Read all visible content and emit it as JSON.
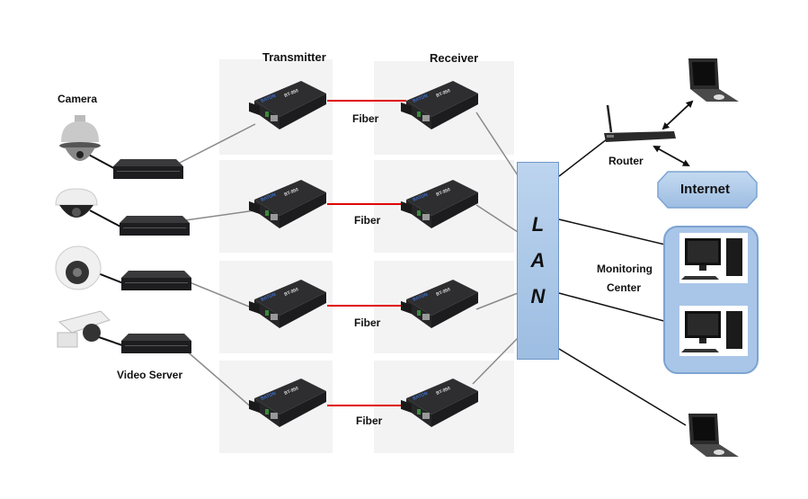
{
  "title_labels": {
    "transmitter": "Transmitter",
    "receiver": "Receiver",
    "camera": "Camera",
    "video_server": "Video Server",
    "router": "Router",
    "internet": "Internet",
    "monitoring_center_line1": "Monitoring",
    "monitoring_center_line2": "Center"
  },
  "lan": {
    "letters": [
      "L",
      "A",
      "N"
    ]
  },
  "links": [
    {
      "label": "Fiber"
    },
    {
      "label": "Fiber"
    },
    {
      "label": "Fiber"
    },
    {
      "label": "Fiber"
    }
  ],
  "converter": {
    "model": "BT-950",
    "brand": "BATON"
  },
  "colors": {
    "fiber": "#e00000",
    "lan_fill": "#a9c6e8",
    "lan_border": "#6f96c7",
    "wire_gray": "#8a8a8a",
    "wire_black": "#111111"
  },
  "cameras": [
    {
      "type": "ptz-dome-camera"
    },
    {
      "type": "dome-camera"
    },
    {
      "type": "ir-dome-camera"
    },
    {
      "type": "bullet-camera"
    }
  ]
}
